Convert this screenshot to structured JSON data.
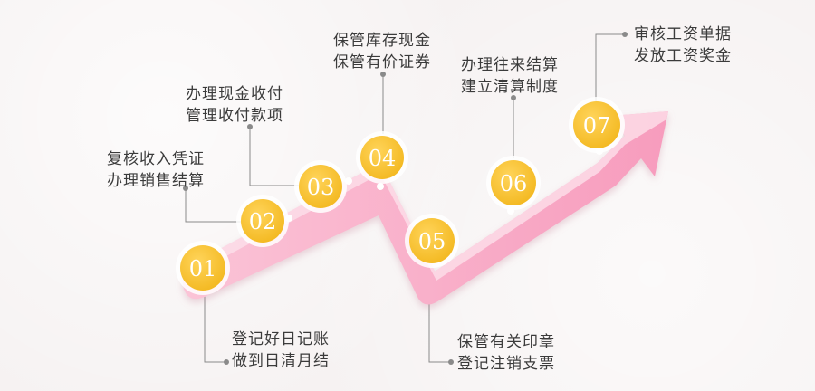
{
  "colors": {
    "arrow": "#f8a8c4",
    "arrow_light": "#fdd3e2",
    "node": "#f6c33a",
    "leader": "#8a8a8a"
  },
  "steps": [
    {
      "num": "01",
      "line1": "登记好日记账",
      "line2": "做到日清月结"
    },
    {
      "num": "02",
      "line1": "复核收入凭证",
      "line2": "办理销售结算"
    },
    {
      "num": "03",
      "line1": "办理现金收付",
      "line2": "管理收付款项"
    },
    {
      "num": "04",
      "line1": "保管库存现金",
      "line2": "保管有价证券"
    },
    {
      "num": "05",
      "line1": "保管有关印章",
      "line2": "登记注销支票"
    },
    {
      "num": "06",
      "line1": "办理往来结算",
      "line2": "建立清算制度"
    },
    {
      "num": "07",
      "line1": "审核工资单据",
      "line2": "发放工资奖金"
    }
  ]
}
